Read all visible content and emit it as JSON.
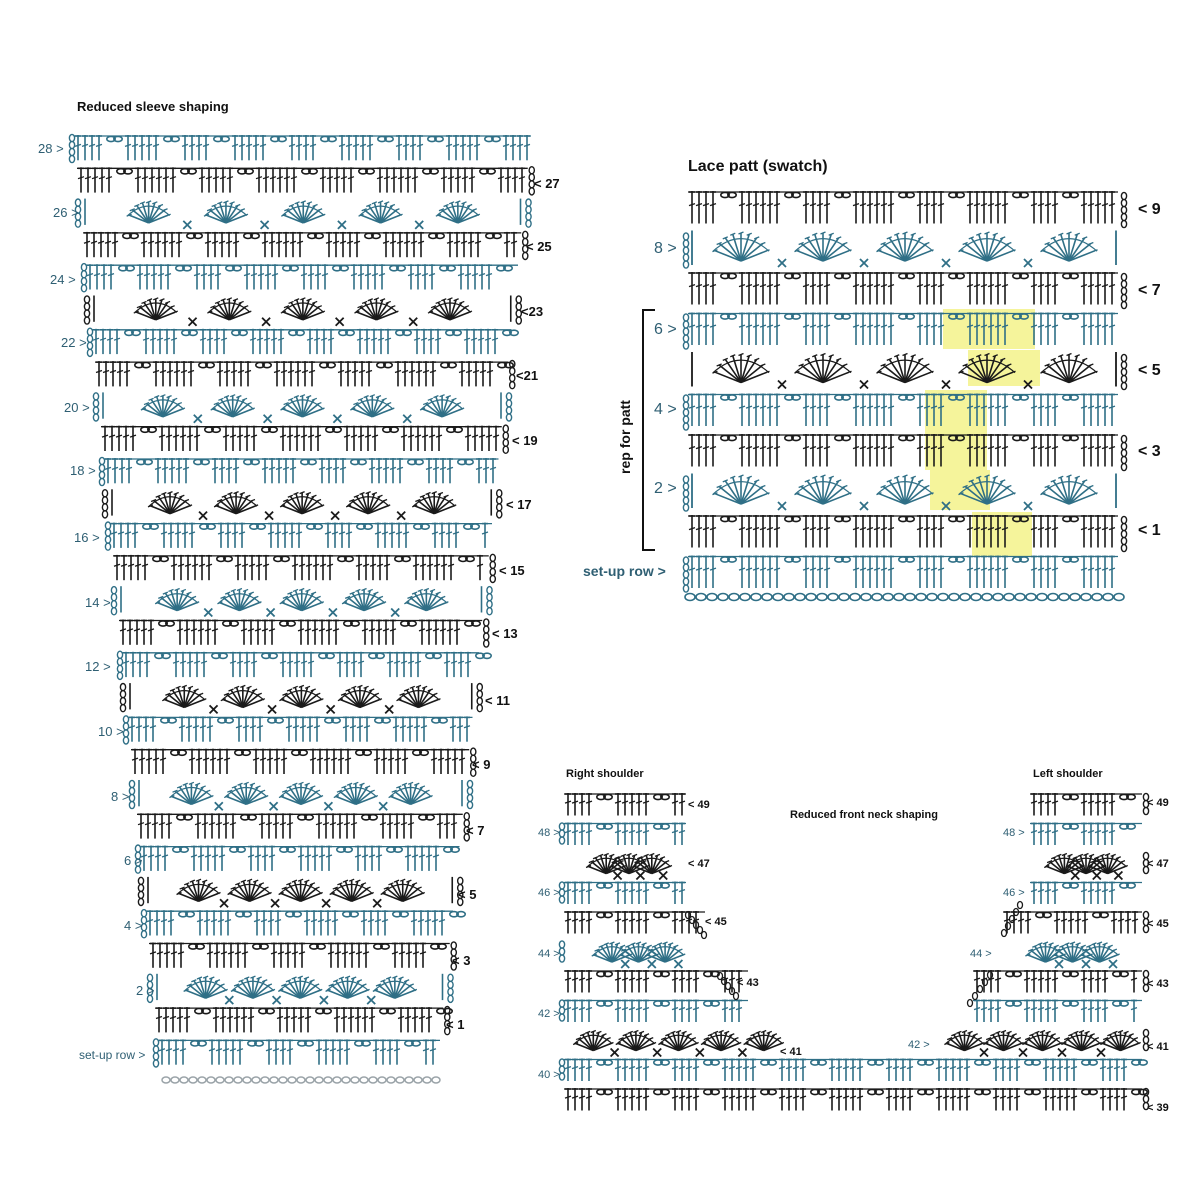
{
  "colors": {
    "dark_ink": "#1a1a1a",
    "teal_ink": "#2f6f86",
    "label_teal": "#2f5f73",
    "highlight": "#f2f07a",
    "foundation": "#9aa3a8"
  },
  "sleeve": {
    "title": "Reduced sleeve shaping",
    "rows_even": [
      "28 >",
      "26 >",
      "24 >",
      "22 >",
      "20 >",
      "18 >",
      "16 >",
      "14 >",
      "12 >",
      "10 >",
      "8 >",
      "6 >",
      "4 >",
      "2 >"
    ],
    "rows_odd": [
      "< 27",
      "< 25",
      "<23",
      "<21",
      "< 19",
      "< 17",
      "< 15",
      "< 13",
      "< 11",
      "< 9",
      "< 7",
      "< 5",
      "< 3",
      "< 1"
    ],
    "setup": "set-up row >"
  },
  "swatch": {
    "title": "Lace patt (swatch)",
    "rows_even": [
      "8 >",
      "6 >",
      "4 >",
      "2 >"
    ],
    "rows_odd": [
      "< 9",
      "< 7",
      "< 5",
      "< 3",
      "< 1"
    ],
    "setup": "set-up row >",
    "repeat_label": "rep for patt"
  },
  "neck": {
    "title": "Reduced front neck shaping",
    "right_title": "Right shoulder",
    "left_title": "Left shoulder",
    "right_even": [
      "48 >",
      "46 >",
      "44 >",
      "42 >",
      "40 >"
    ],
    "right_odd": [
      "< 49",
      "< 47",
      "< 45",
      "< 43",
      "< 41"
    ],
    "left_even": [
      "48 >",
      "46 >",
      "44 >",
      "42 >"
    ],
    "left_odd": [
      "< 49",
      "< 47",
      "< 45",
      "< 43",
      "< 41",
      "< 39"
    ]
  },
  "symbols": {
    "stitch": "treble-crochet-icon",
    "chain": "chain-icon",
    "single": "single-crochet-x-icon",
    "fan": "shell-fan-icon"
  }
}
